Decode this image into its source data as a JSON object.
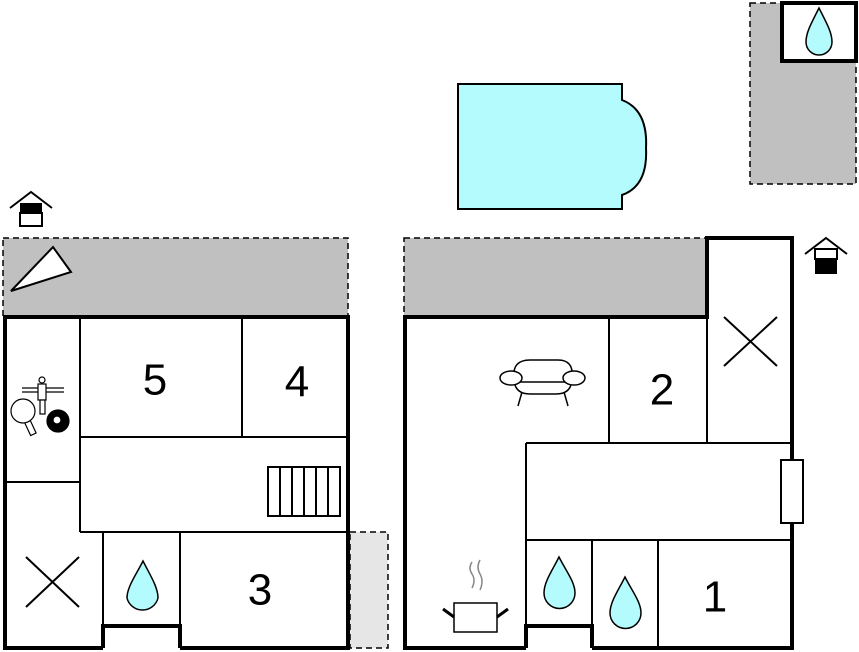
{
  "colors": {
    "water": "#b3fbfd",
    "terrace": "#c0c0c0",
    "light_terrace": "#e6e6e6",
    "wall": "#000000"
  },
  "rooms": {
    "r1": "1",
    "r2": "2",
    "r3": "3",
    "r4": "4",
    "r5": "5"
  },
  "icons": [
    "house-entrance-icon",
    "sun-lounger-icon",
    "games-icon",
    "toilet-x-icon",
    "water-drop-icon",
    "stairs-icon",
    "sofa-icon",
    "cooking-pot-icon",
    "window-icon",
    "pool-icon"
  ]
}
